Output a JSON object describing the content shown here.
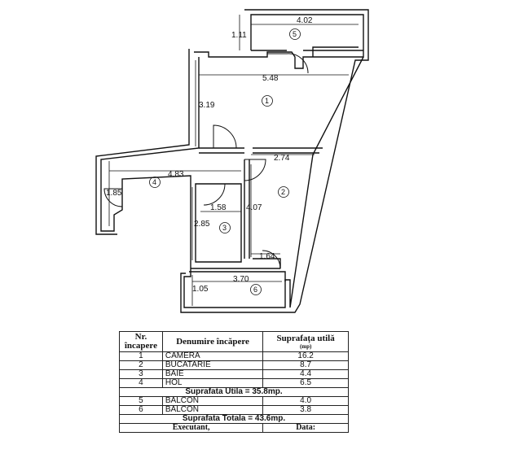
{
  "plan": {
    "dimensions": {
      "d_402": "4.02",
      "d_111": "1.11",
      "d_548": "5.48",
      "d_319": "3.19",
      "d_274": "2.74",
      "d_483": "4.83",
      "d_185": "1.85",
      "d_158": "1.58",
      "d_407": "4.07",
      "d_285": "2.85",
      "d_164": "1.64",
      "d_370": "3.70",
      "d_105": "1.05"
    },
    "room_numbers": [
      "1",
      "2",
      "3",
      "4",
      "5",
      "6"
    ]
  },
  "table": {
    "headers": {
      "nr": "Nr. încapere",
      "name": "Denumire încăpere",
      "area": "Suprafața utilă",
      "area_unit": "(mp)"
    },
    "rows": [
      {
        "nr": "1",
        "name": "CAMERA",
        "area": "16.2"
      },
      {
        "nr": "2",
        "name": "BUCATARIE",
        "area": "8.7"
      },
      {
        "nr": "3",
        "name": "BAIE",
        "area": "4.4"
      },
      {
        "nr": "4",
        "name": "HOL",
        "area": "6.5"
      }
    ],
    "suprafata_utila": "Suprafata Utila = 35.8mp.",
    "balcony_rows": [
      {
        "nr": "5",
        "name": "BALCON",
        "area": "4.0"
      },
      {
        "nr": "6",
        "name": "BALCON",
        "area": "3.8"
      }
    ],
    "suprafata_totala": "Suprafata Totala = 43.6mp.",
    "footer": {
      "executant": "Executant,",
      "data": "Data:"
    }
  }
}
